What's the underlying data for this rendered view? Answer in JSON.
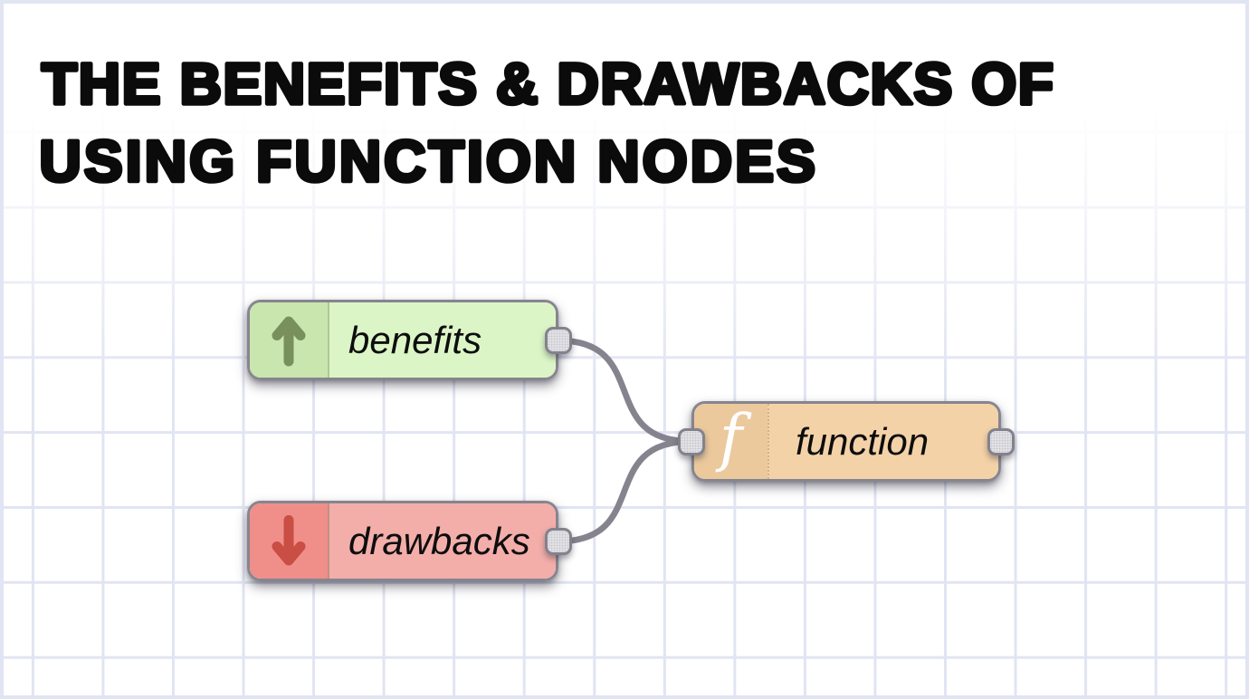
{
  "title": {
    "line1": "THE BENEFITS & DRAWBACKS OF",
    "line2": "USING FUNCTION NODES"
  },
  "nodes": [
    {
      "id": "benefits",
      "label": "benefits",
      "icon": "arrow-up-icon",
      "body_color": "#dcf5c6",
      "icon_bg_color": "#c9e6ae",
      "icon_color": "#78905c",
      "ports": [
        "output"
      ]
    },
    {
      "id": "drawbacks",
      "label": "drawbacks",
      "icon": "arrow-down-icon",
      "body_color": "#f3aeaa",
      "icon_bg_color": "#f08e8a",
      "icon_color": "#c94e44",
      "ports": [
        "output"
      ]
    },
    {
      "id": "function",
      "label": "function",
      "icon": "function-f-icon",
      "body_color": "#f4d2a8",
      "icon_bg_color": "#ebc99c",
      "icon_color": "#ffffff",
      "ports": [
        "input",
        "output"
      ],
      "icon_glyph": "f"
    }
  ],
  "wires": [
    {
      "from": "benefits.output",
      "to": "function.input"
    },
    {
      "from": "drawbacks.output",
      "to": "function.input"
    }
  ],
  "colors": {
    "background": "#ffffff",
    "grid": "#e1e4f2",
    "node_border": "#86858f",
    "port_fill": "#e4e4e7",
    "port_border": "#83828c",
    "wire": "#85848e",
    "title_text": "#0b0b0c",
    "benefits_body": "#dcf5c6",
    "benefits_icon_bg": "#c9e6ae",
    "benefits_arrow": "#78905c",
    "drawbacks_body": "#f3aeaa",
    "drawbacks_icon_bg": "#f08e8a",
    "drawbacks_arrow": "#c94e44",
    "function_body": "#f4d2a8",
    "function_icon_bg": "#ebc99c"
  }
}
